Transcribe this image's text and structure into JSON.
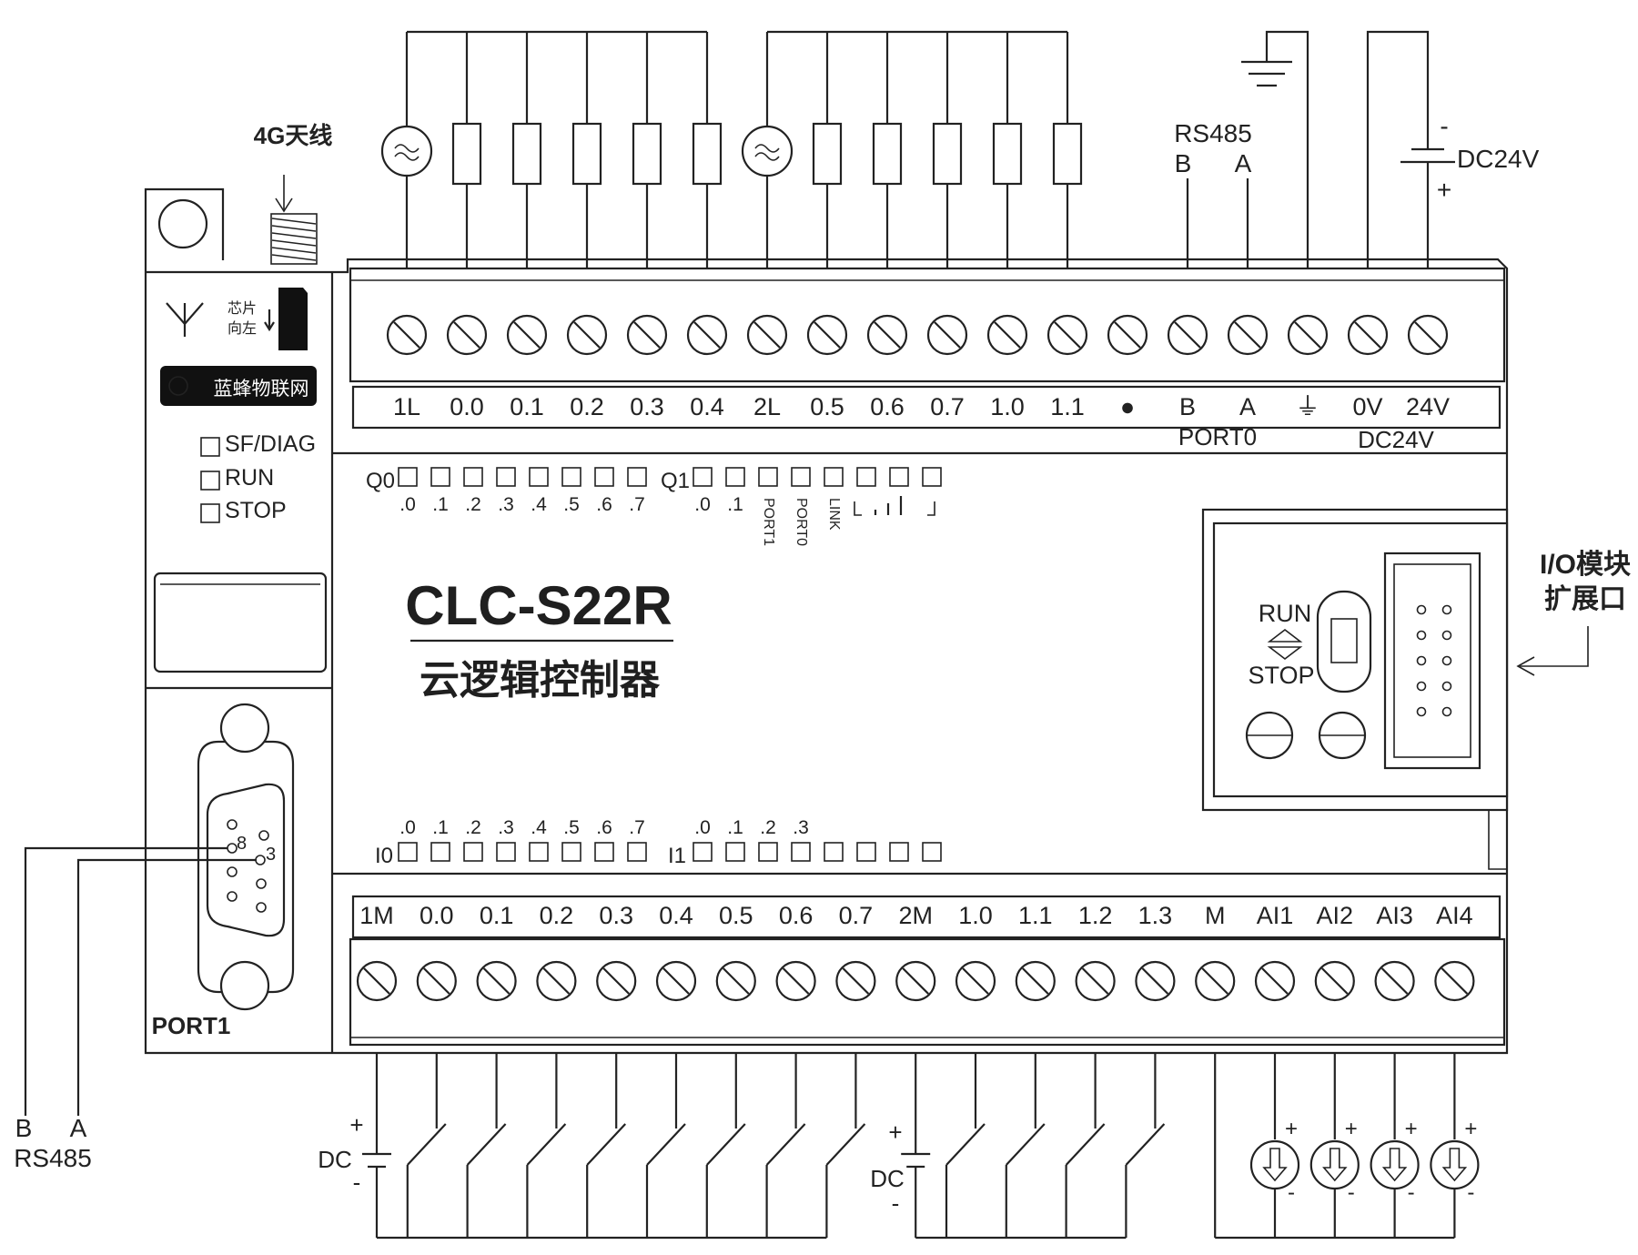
{
  "diagram": {
    "antenna_label": "4G天线",
    "sim_hint": [
      "芯片",
      "向左"
    ],
    "brand": "蓝蜂物联网",
    "status_leds": [
      "SF/DIAG",
      "RUN",
      "STOP"
    ],
    "model": "CLC-S22R",
    "product_name": "云逻辑控制器",
    "top_terminals": [
      "1L",
      "0.0",
      "0.1",
      "0.2",
      "0.3",
      "0.4",
      "2L",
      "0.5",
      "0.6",
      "0.7",
      "1.0",
      "1.1",
      "●",
      "B",
      "A",
      "⏚",
      "0V",
      "24V"
    ],
    "port0_label": "PORT0",
    "dc24v_label": "DC24V",
    "output_led_groups": [
      {
        "label": "Q0",
        "sub": [
          ".0",
          ".1",
          ".2",
          ".3",
          ".4",
          ".5",
          ".6",
          ".7"
        ]
      },
      {
        "label": "Q1",
        "sub": [
          ".0",
          ".1"
        ]
      }
    ],
    "comm_leds": [
      "PORT1",
      "PORT0",
      "LINK"
    ],
    "input_led_groups": [
      {
        "label": "I0",
        "sub": [
          ".0",
          ".1",
          ".2",
          ".3",
          ".4",
          ".5",
          ".6",
          ".7"
        ]
      },
      {
        "label": "I1",
        "sub": [
          ".0",
          ".1",
          ".2",
          ".3"
        ]
      }
    ],
    "bottom_terminals": [
      "1M",
      "0.0",
      "0.1",
      "0.2",
      "0.3",
      "0.4",
      "0.5",
      "0.6",
      "0.7",
      "2M",
      "1.0",
      "1.1",
      "1.2",
      "1.3",
      "M",
      "AI1",
      "AI2",
      "AI3",
      "AI4"
    ],
    "switch_labels": [
      "RUN",
      "STOP"
    ],
    "io_expansion_label": [
      "I/O模块",
      "扩展口"
    ],
    "port1_label": "PORT1",
    "db9_pins": [
      "8",
      "3"
    ],
    "rs485_top": {
      "title": "RS485",
      "pins": [
        "B",
        "A"
      ]
    },
    "rs485_left": {
      "pins": [
        "B",
        "A"
      ],
      "title": "RS485"
    },
    "dc_power_label": "DC24V",
    "dc_source_label": "DC",
    "plus": "+",
    "minus": "-"
  }
}
